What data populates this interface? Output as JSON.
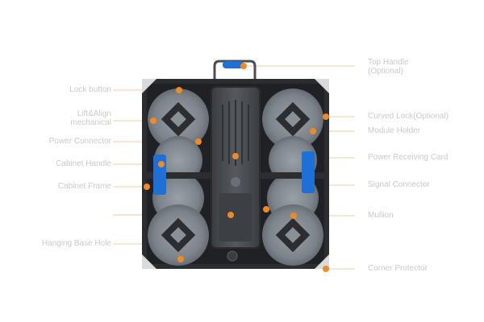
{
  "colors": {
    "accent": "#f08a24",
    "blue": "#1e6fd6",
    "frame": "#2b2d31",
    "label": "#c9c9c9",
    "line": "#f2cfa8"
  },
  "labels": {
    "left": [
      "Lock button",
      "Lift&Align\nmechanical",
      "Power Connector",
      "Cabinet Handle",
      "Cabinet Frame",
      "",
      "Hanging Base Hole"
    ],
    "right": [
      "Top Handle\n(Optional)",
      "Curved Lock(Optional)",
      "Module Holder",
      "Power Receiving Card",
      "Signal Connector",
      "Mullion",
      "Corner Protector"
    ]
  }
}
